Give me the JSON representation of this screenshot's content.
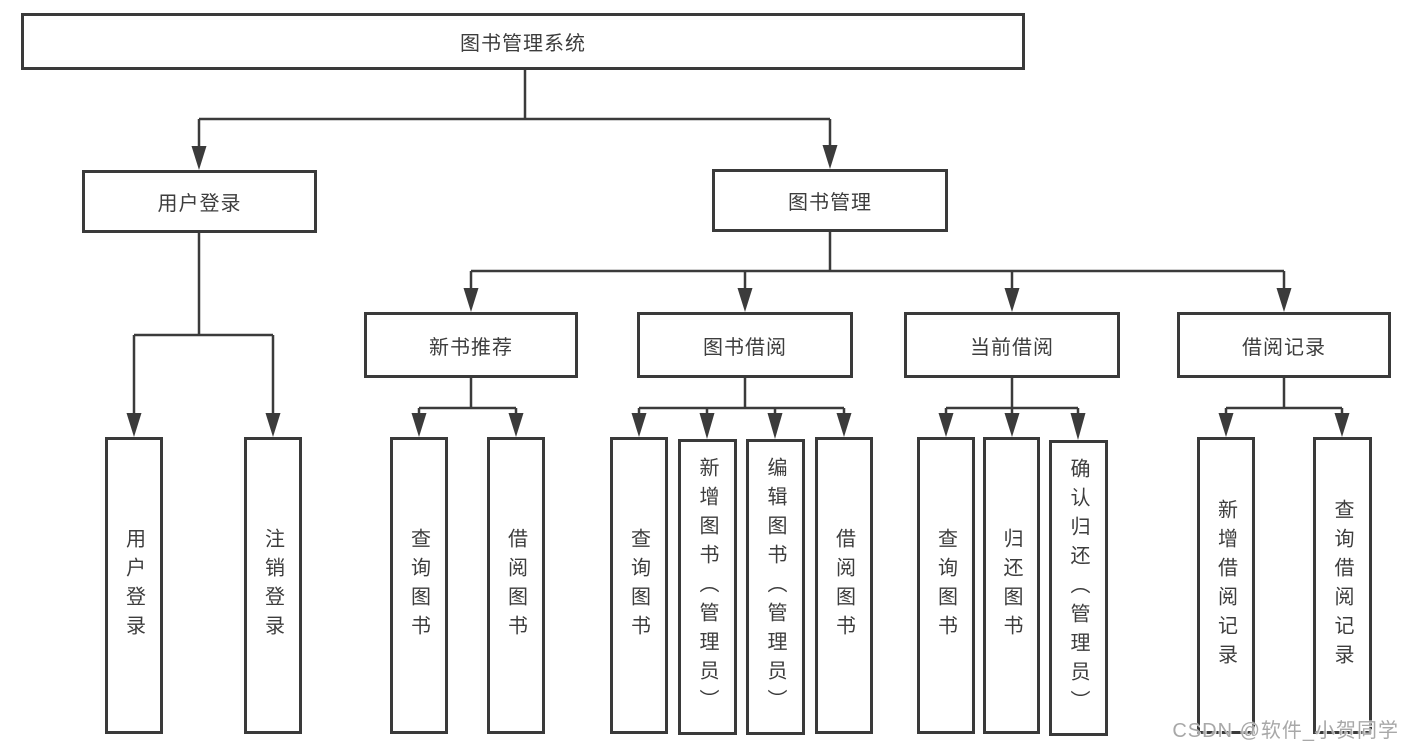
{
  "diagram": {
    "nodes": {
      "root": "图书管理系统",
      "user_login": "用户登录",
      "book_management": "图书管理",
      "new_book_recommend": "新书推荐",
      "book_borrow": "图书借阅",
      "current_borrow": "当前借阅",
      "borrow_record": "借阅记录",
      "leaf_user_login": "用户登录",
      "leaf_logout": "注销登录",
      "nr_query_book": "查询图书",
      "nr_borrow_book": "借阅图书",
      "bb_query_book": "查询图书",
      "bb_add_book": "新增图书（管理员）",
      "bb_edit_book": "编辑图书（管理员）",
      "bb_borrow_book": "借阅图书",
      "cb_query_book": "查询图书",
      "cb_return_book": "归还图书",
      "cb_confirm_return": "确认归还（管理员）",
      "br_add_record": "新增借阅记录",
      "br_query_record": "查询借阅记录"
    },
    "hierarchy": [
      {
        "parent": "图书管理系统",
        "children": [
          "用户登录",
          "图书管理"
        ]
      },
      {
        "parent": "用户登录",
        "children": [
          "用户登录",
          "注销登录"
        ]
      },
      {
        "parent": "图书管理",
        "children": [
          "新书推荐",
          "图书借阅",
          "当前借阅",
          "借阅记录"
        ]
      },
      {
        "parent": "新书推荐",
        "children": [
          "查询图书",
          "借阅图书"
        ]
      },
      {
        "parent": "图书借阅",
        "children": [
          "查询图书",
          "新增图书（管理员）",
          "编辑图书（管理员）",
          "借阅图书"
        ]
      },
      {
        "parent": "当前借阅",
        "children": [
          "查询图书",
          "归还图书",
          "确认归还（管理员）"
        ]
      },
      {
        "parent": "借阅记录",
        "children": [
          "新增借阅记录",
          "查询借阅记录"
        ]
      }
    ],
    "watermark": "CSDN @软件_小贺同学",
    "colors": {
      "background": "#ffffff",
      "line": "#3b3b3b",
      "box_border": "#3a3a3a",
      "text": "#3d3d3d",
      "watermark": "#a8a8a8"
    }
  }
}
